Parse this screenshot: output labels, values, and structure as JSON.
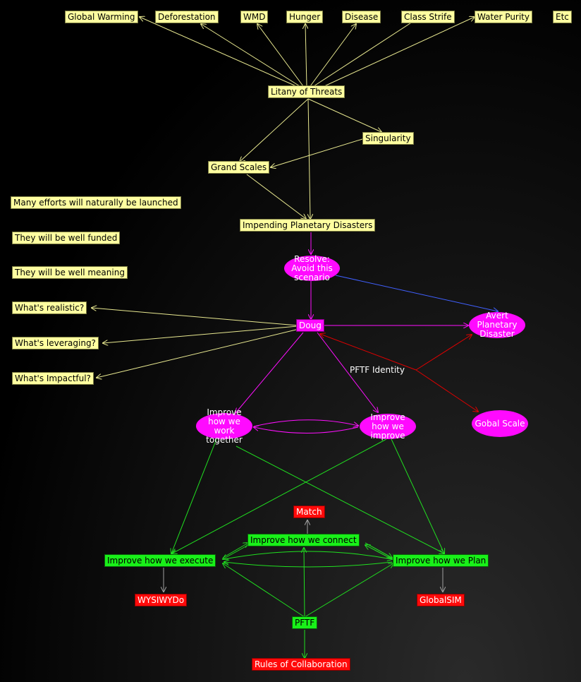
{
  "colors": {
    "yellow": "#ffffa0",
    "green": "#19f019",
    "red": "#ff0a0a",
    "magenta": "#ff0aff",
    "edge_yellow": "#e8e890",
    "edge_magenta": "#ff10ff",
    "edge_blue": "#4060ff",
    "edge_red": "#e00000",
    "edge_green": "#20e020",
    "edge_gray": "#a0a0a0"
  },
  "threats": {
    "global_warming": "Global Warming",
    "deforestation": "Deforestation",
    "wmd": "WMD",
    "hunger": "Hunger",
    "disease": "Disease",
    "class_strife": "Class Strife",
    "water_purity": "Water Purity",
    "etc": "Etc"
  },
  "litany": "Litany of Threats",
  "singularity": "Singularity",
  "grand_scales": "Grand Scales",
  "impending": "Impending Planetary Disasters",
  "resolve": "Resolve: Avoid this scenario",
  "doug": "Doug",
  "avert": "Avert Planetary Disaster",
  "pftf_identity": "PFTF Identity",
  "gobal_scale": "Gobal Scale",
  "notes": {
    "many_efforts": "Many efforts will naturally be launched",
    "well_funded": "They will be well funded",
    "well_meaning": "They will be well meaning",
    "realistic": "What's realistic?",
    "leveraging": "What's leveraging?",
    "impactful": "What's Impactful?"
  },
  "improve_work": "Improve how we work together",
  "improve_improve": "Improve how we improve",
  "match": "Match",
  "improve_connect": "Improve how we connect",
  "improve_execute": "Improve how we execute",
  "improve_plan": "Improve how we Plan",
  "wysiwydo": "WYSIWYDo",
  "globalsim": "GlobalSIM",
  "pftf": "PFTF",
  "rules": "Rules of Collaboration"
}
